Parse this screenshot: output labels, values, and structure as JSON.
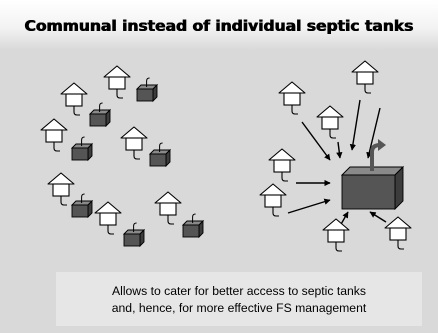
{
  "slide": {
    "title": "Communal instead of individual septic tanks",
    "caption": {
      "line1": "Allows to cater for better access to septic tanks",
      "line2": "and, hence, for more effective FS management"
    }
  },
  "colors": {
    "background": "#d9d9d9",
    "house_fill": "#ffffff",
    "tank_front": "#555555",
    "tank_top": "#8a8a8a",
    "tank_side": "#3c3c3c",
    "outline": "#000000"
  },
  "icons": {
    "house": "house-icon",
    "tank": "septic-tank-icon",
    "arrow": "flow-arrow"
  }
}
